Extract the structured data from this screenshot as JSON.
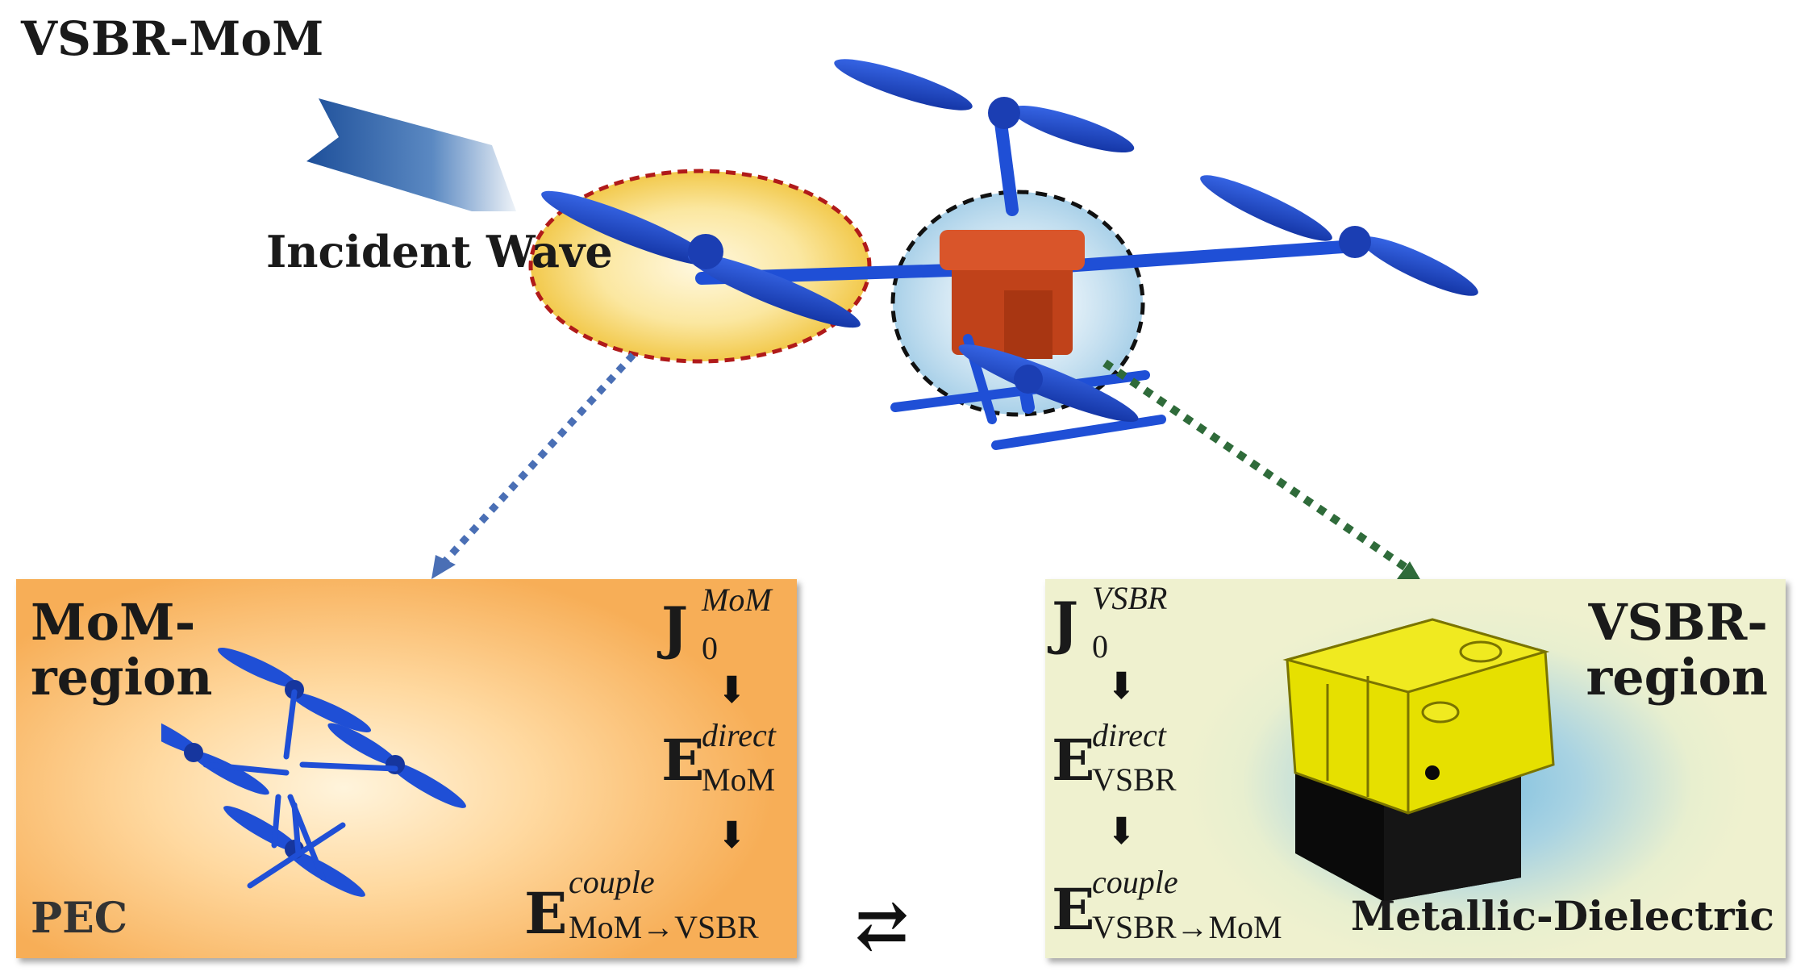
{
  "title": "VSBR-MoM",
  "incident_wave_label": "Incident Wave",
  "mom_region": {
    "title_line1": "MoM-",
    "title_line2": "region",
    "material": "PEC",
    "j_symbol": "J",
    "j_sub": "0",
    "j_sup": "MoM",
    "e1_symbol": "E",
    "e1_sup": "direct",
    "e1_sub": "MoM",
    "e2_symbol": "E",
    "e2_sup": "couple",
    "e2_sub": "MoM→VSBR",
    "arrow": "⬇"
  },
  "vsbr_region": {
    "title_line1": "VSBR-",
    "title_line2": "region",
    "material": "Metallic-Dielectric",
    "j_symbol": "J",
    "j_sub": "0",
    "j_sup": "VSBR",
    "e1_symbol": "E",
    "e1_sup": "direct",
    "e1_sub": "VSBR",
    "e2_symbol": "E",
    "e2_sup": "couple",
    "e2_sub": "VSBR→MoM",
    "arrow": "⬇"
  },
  "exchange_symbol": "⇄",
  "colors": {
    "propeller_blue": "#1f4fd6",
    "body_red": "#c0421a",
    "mom_circle_border": "#b01a1a",
    "mom_circle_fill": "#f7dc6a",
    "vsbr_circle_border": "#111111",
    "blue_dotted_arrow": "#4a6fb5",
    "green_dotted_arrow": "#2f6b3a",
    "yellow_box": "#e6e000"
  }
}
